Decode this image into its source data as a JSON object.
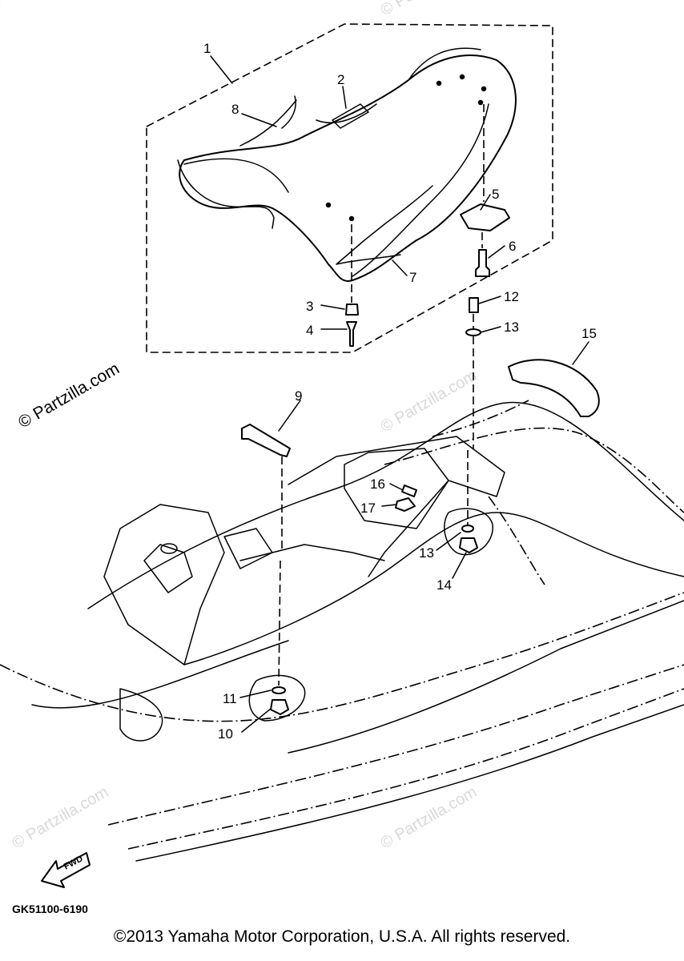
{
  "watermark_text": "© Partzilla.com",
  "diagram_code": "GK51100-6190",
  "fwd_label": "FWD",
  "copyright": "©2013 Yamaha Motor Corporation, U.S.A. All rights reserved.",
  "callouts": [
    "1",
    "2",
    "3",
    "4",
    "5",
    "6",
    "7",
    "8",
    "9",
    "10",
    "11",
    "12",
    "13",
    "13",
    "14",
    "15",
    "16",
    "17"
  ]
}
